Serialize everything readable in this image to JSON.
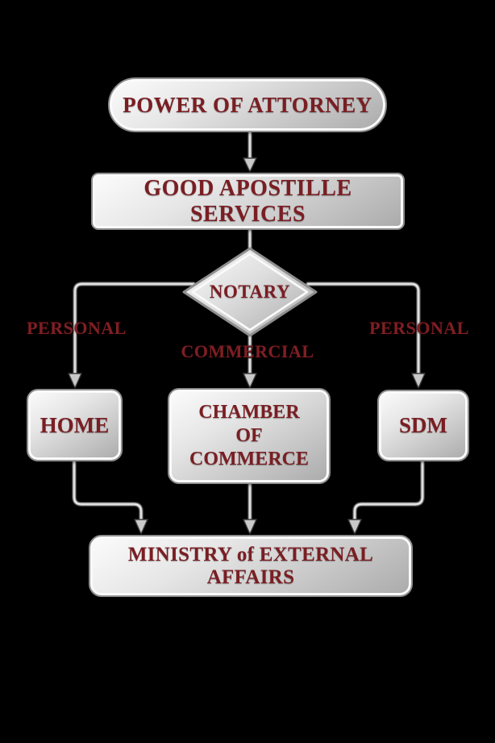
{
  "colors": {
    "background": "#000000",
    "label_maroon": "#7a1e23",
    "node_fill_light": "#fcfcfc",
    "node_fill_dark": "#aaaaaa",
    "node_border": "#8e8e8e",
    "connector_silver": "#c2c2c2"
  },
  "nodes": {
    "start": {
      "shape": "stadium",
      "label": "POWER OF ATTORNEY"
    },
    "services": {
      "shape": "rounded-rectangle",
      "label": "GOOD APOSTILLE SERVICES"
    },
    "notary": {
      "shape": "diamond",
      "label": "NOTARY"
    },
    "home": {
      "shape": "rounded-rectangle",
      "label": "HOME"
    },
    "chamber": {
      "shape": "rounded-rectangle",
      "line1": "CHAMBER",
      "line2": "OF",
      "line3": "COMMERCE"
    },
    "sdm": {
      "shape": "rounded-rectangle",
      "label": "SDM"
    },
    "ministry": {
      "shape": "rounded-rectangle",
      "label": "MINISTRY of EXTERNAL AFFAIRS"
    }
  },
  "branch_labels": {
    "left": "PERSONAL",
    "middle": "COMMERCIAL",
    "right": "PERSONAL"
  }
}
